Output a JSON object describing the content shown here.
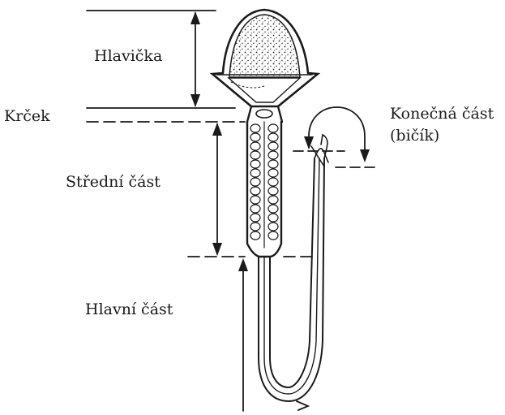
{
  "labels": {
    "head": "Hlavička",
    "neck": "Krček",
    "middle": "Střední část",
    "main": "Hlavní část",
    "end_line1": "Konečná část",
    "end_line2": "(bičík)"
  },
  "colors": {
    "ink": "#1a1a1a",
    "background": "#ffffff"
  }
}
